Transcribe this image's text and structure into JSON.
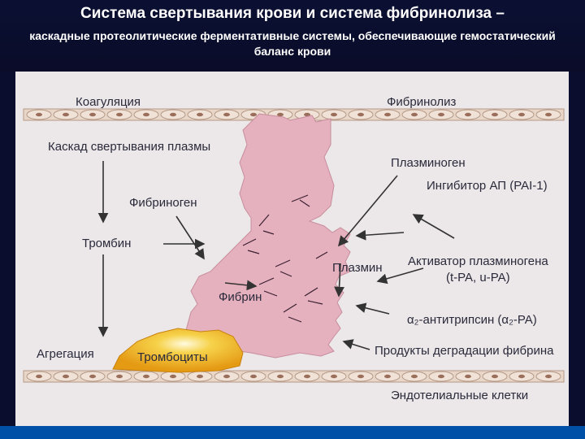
{
  "header": {
    "title": "Система свертывания крови и система фибринолиза –",
    "subtitle": "каскадные протеолитические ферментативные системы, обеспечивающие гемостатический баланс крови"
  },
  "diagram": {
    "left_title": "Коагуляция",
    "right_title": "Фибринолиз",
    "plasma_cascade": "Каскад свертывания плазмы",
    "fibrinogen": "Фибриноген",
    "thrombin": "Тромбин",
    "fibrin": "Фибрин",
    "plasminogen": "Плазминоген",
    "pai_inhibitor": "Ингибитор АП (PAI-1)",
    "plasmin": "Плазмин",
    "activator_line1": "Активатор плазминогена",
    "activator_line2": "(t-PA, u-PA)",
    "antitrypsin": "α₂-антитрипсин (α₂-PA)",
    "aggregation": "Агрегация",
    "platelets": "Тромбоциты",
    "degradation": "Продукты деградации фибрина",
    "endothelium": "Эндотелиальные клетки"
  },
  "colors": {
    "header_bg": "#0b1033",
    "clot": "#e6b1bf",
    "platelets": "#f2b51a",
    "footer_bar": "#0050a8"
  }
}
